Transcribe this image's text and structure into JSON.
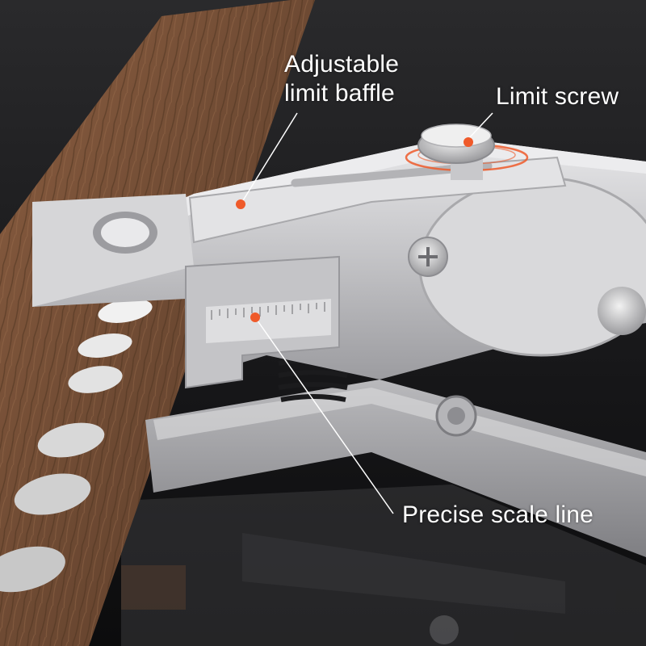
{
  "callouts": {
    "adjustable_baffle": {
      "line1": "Adjustable",
      "line2": "limit baffle"
    },
    "limit_screw": "Limit screw",
    "scale_line": "Precise scale line"
  },
  "colors": {
    "background": "#1b1b1d",
    "wood": "#7a5238",
    "metal": "#c9c9cb",
    "marker": "#ef5a2a",
    "label_text": "#ffffff"
  }
}
